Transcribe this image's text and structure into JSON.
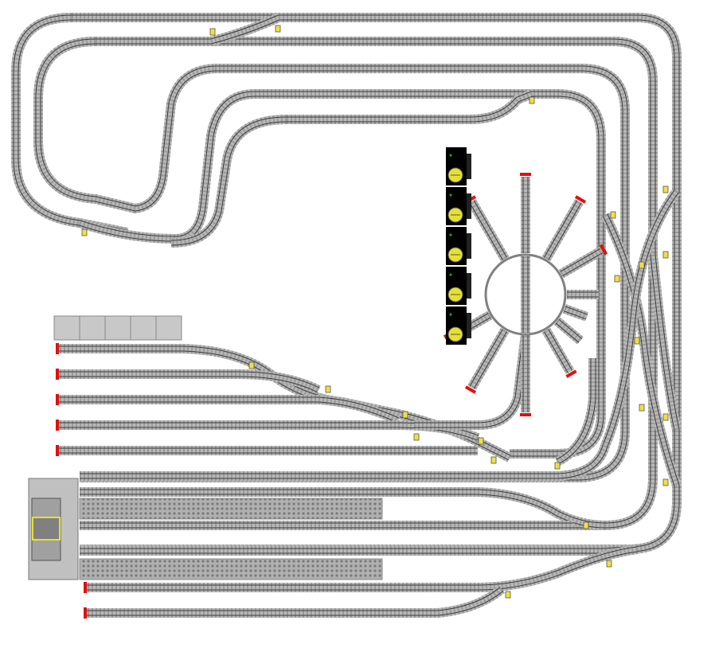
{
  "colors": {
    "background": "#ffffff",
    "rail": "#3a3a3a",
    "sleeper": "#9a9a9a",
    "ballast": "#b8b8b8",
    "bumper": "#e01010",
    "signal": "#f0e040",
    "loco_body": "#000000",
    "loco_accent": "#e8e030",
    "turntable_ring": "#808080",
    "platform": "#a8a8a8",
    "platform_pattern": "#7a7a7a",
    "building": "#c0c0c0"
  },
  "layout": {
    "name": "",
    "loops": 5,
    "yard_sidings": 5,
    "station_tracks": 4,
    "turntable_stalls": 12,
    "engine_shed_roads": 5
  }
}
